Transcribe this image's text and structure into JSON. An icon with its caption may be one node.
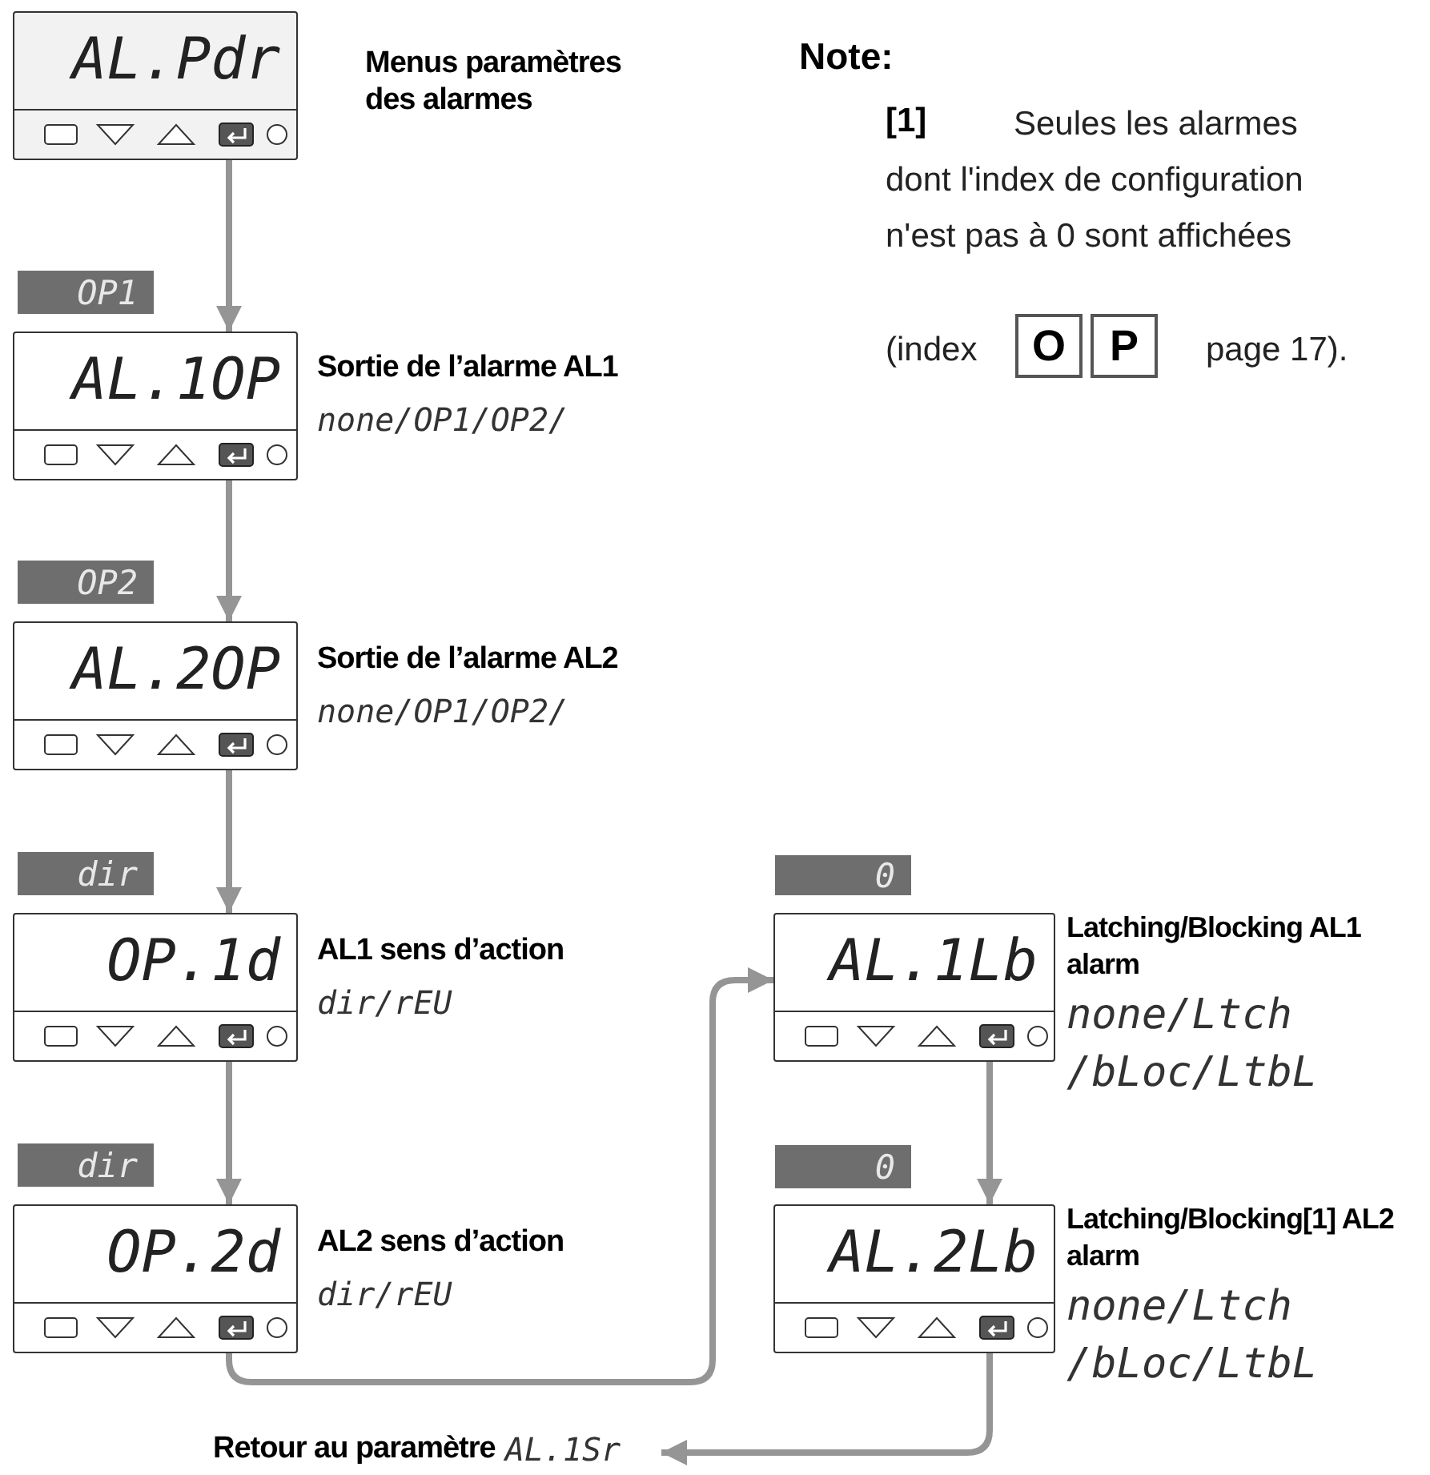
{
  "diagram": {
    "nodes": [
      {
        "text": [
          "AL.Pdr"
        ],
        "beside": [
          "Menus paramètres des alarmes"
        ]
      },
      {
        "text": [
          "OP1"
        ]
      },
      {
        "text": [
          "AL.1OP"
        ],
        "beside": [
          "Sortie de l’alarme AL1",
          "none/OP1/OP2/"
        ]
      },
      {
        "text": [
          "OP2"
        ]
      },
      {
        "text": [
          "AL.2OP"
        ],
        "beside": [
          "Sortie de l’alarme AL2",
          "none/OP1/OP2/"
        ]
      },
      {
        "text": [
          "dir"
        ]
      },
      {
        "text": [
          "OP.1d"
        ],
        "beside": [
          "AL1 sens d’action",
          "dir/rEU"
        ]
      },
      {
        "text": [
          "dir"
        ]
      },
      {
        "text": [
          "OP.2d"
        ],
        "beside": [
          "AL2 sens d’action",
          "dir/rEU"
        ]
      },
      {
        "text": [
          "0"
        ]
      },
      {
        "text": [
          "AL.1Lb"
        ],
        "beside": [
          "Latching/Blocking AL1 alarm",
          "none/Ltch /bLoc/LtbL"
        ]
      },
      {
        "text": [
          "0"
        ]
      },
      {
        "text": [
          "AL.2Lb"
        ],
        "beside": [
          "Latching/Blocking[1] AL2 alarm",
          "none/Ltch /bLoc/LtbL"
        ]
      },
      {
        "text": [
          "Retour au paramètre",
          "AL.1Sr"
        ]
      }
    ],
    "edges": [
      {
        "from": 0,
        "to": 2,
        "arrow": "to"
      },
      {
        "from": 2,
        "to": 4,
        "arrow": "to"
      },
      {
        "from": 4,
        "to": 6,
        "arrow": "to"
      },
      {
        "from": 6,
        "to": 8,
        "arrow": "to"
      },
      {
        "from": 8,
        "to": 10,
        "arrow": "to"
      },
      {
        "from": 10,
        "to": 12,
        "arrow": "to"
      },
      {
        "from": 12,
        "to": 13,
        "arrow": "to"
      }
    ],
    "labels": [
      "Note:",
      "[1]",
      "Seules les alarmes dont l'index de configuration n'est pas à 0 sont affichées",
      "(index",
      "O",
      "P",
      "page 17)."
    ]
  }
}
